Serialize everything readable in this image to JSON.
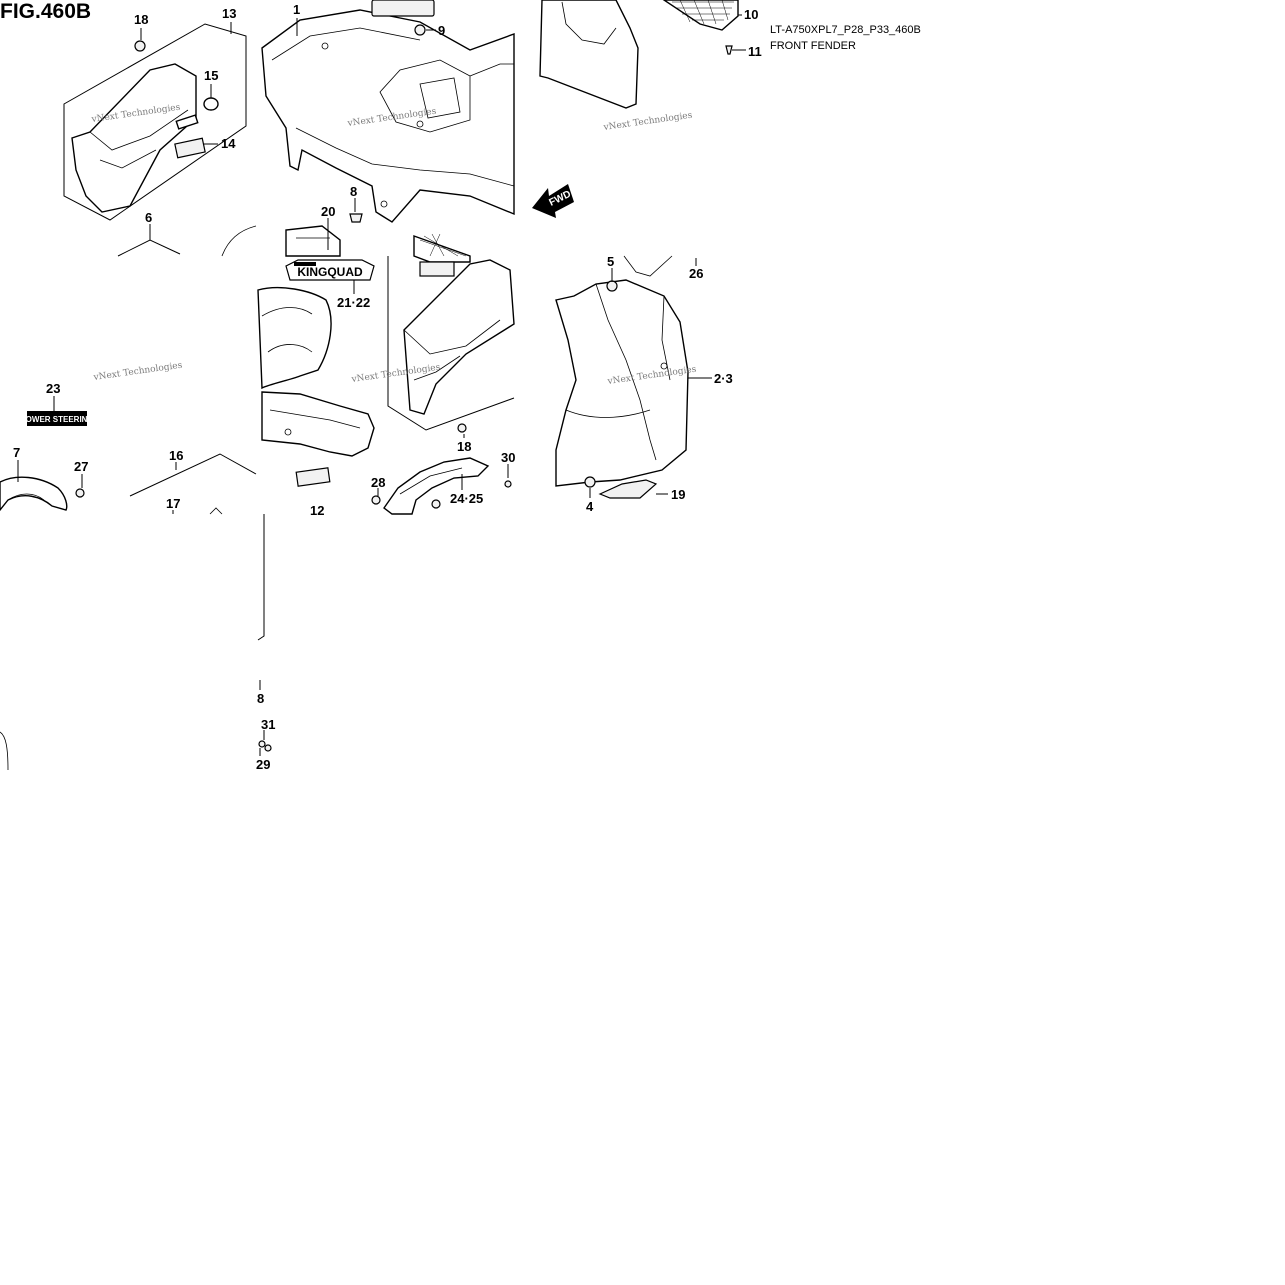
{
  "header": {
    "fig_title": "FIG.460B",
    "model_code": "LT-A750XPL7_P28_P33_460B",
    "section_name": "FRONT FENDER"
  },
  "direction_tag": "FWD",
  "decals": {
    "kingquad": "KINGQUAD",
    "power_steering": "POWER STEERING"
  },
  "watermark": "vNext Technologies",
  "callouts": {
    "p1": "1",
    "p2_3": "2·3",
    "p4": "4",
    "p5": "5",
    "p6": "6",
    "p7": "7",
    "p8": "8",
    "p8b": "8",
    "p9": "9",
    "p10": "10",
    "p11": "11",
    "p12": "12",
    "p13": "13",
    "p14": "14",
    "p15": "15",
    "p16": "16",
    "p17": "17",
    "p18": "18",
    "p18b": "18",
    "p19": "19",
    "p20": "20",
    "p21_22": "21·22",
    "p23": "23",
    "p24_25": "24·25",
    "p26": "26",
    "p27": "27",
    "p28": "28",
    "p29": "29",
    "p30": "30",
    "p31": "31"
  }
}
